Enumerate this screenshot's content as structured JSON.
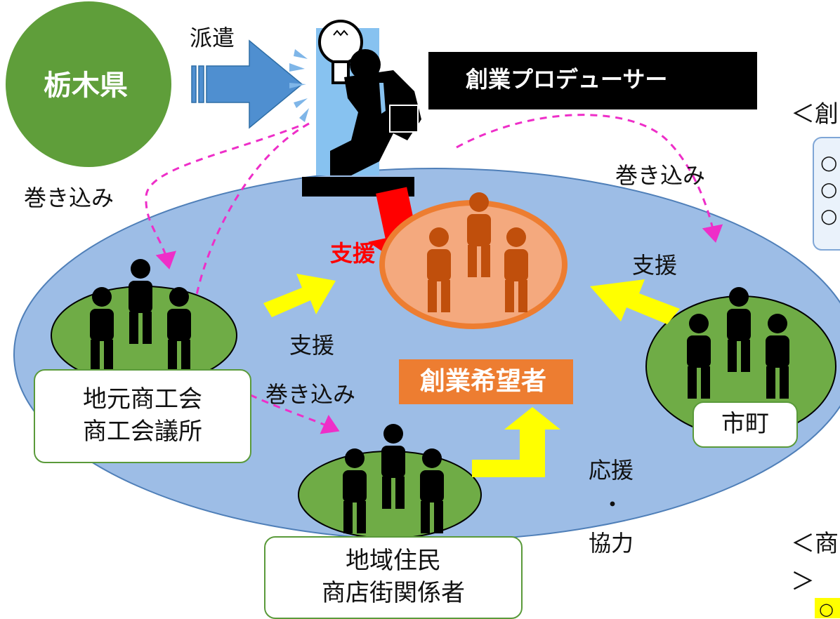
{
  "prefecture": {
    "label": "栃木県",
    "color": "#5f9e3a"
  },
  "dispatch_label": "派遣",
  "producer": {
    "label": "創業プロデューサー"
  },
  "applicants": {
    "label": "創業希望者",
    "color": "#ed7d31"
  },
  "labels": {
    "support_red": "支援",
    "support_left": "支援",
    "support_right": "支援",
    "involve_left": "巻き込み",
    "involve_right": "巻き込み",
    "involve_bottom": "巻き込み",
    "cheer": "応援",
    "dot": "・",
    "cooperate": "協力"
  },
  "groups": {
    "commerce": {
      "lines": [
        "地元商工会",
        "商工会議所"
      ]
    },
    "residents": {
      "lines": [
        "地域住民",
        "商店街関係者"
      ]
    },
    "city": {
      "lines": [
        "市町"
      ]
    }
  },
  "right_panel": {
    "top_heading": "＜創",
    "bullets": [
      "○",
      "○",
      "○"
    ],
    "bottom_heading": "＜商",
    "bottom_mark": "＞",
    "bottom_bullet": "○"
  },
  "colors": {
    "region": "#9dbde6",
    "group_ellipse": "#6fac46",
    "yellow_arrow": "#ffff00",
    "red_arrow": "#ff0000",
    "blue_arrow": "#4f8fd0",
    "dashed": "#ee2ec8",
    "person": "#000000",
    "applicant_person": "#c04f0c"
  }
}
